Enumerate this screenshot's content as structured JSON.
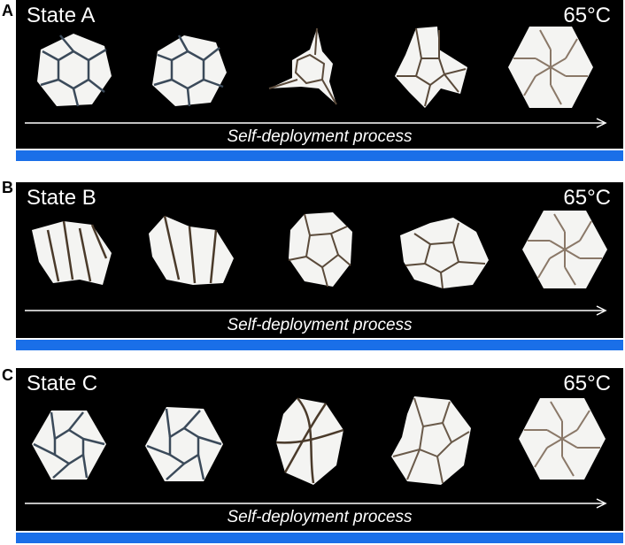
{
  "panels": [
    {
      "letter": "A",
      "state": "State A",
      "temperature": "65°C",
      "caption": "Self-deployment process"
    },
    {
      "letter": "B",
      "state": "State B",
      "temperature": "65°C",
      "caption": "Self-deployment process"
    },
    {
      "letter": "C",
      "state": "State C",
      "temperature": "65°C",
      "caption": "Self-deployment process"
    }
  ],
  "colors": {
    "panel_bg": "#000000",
    "bar": "#1a6fe8",
    "origami": "#f4f4f2",
    "crease": "#6b5a48"
  }
}
